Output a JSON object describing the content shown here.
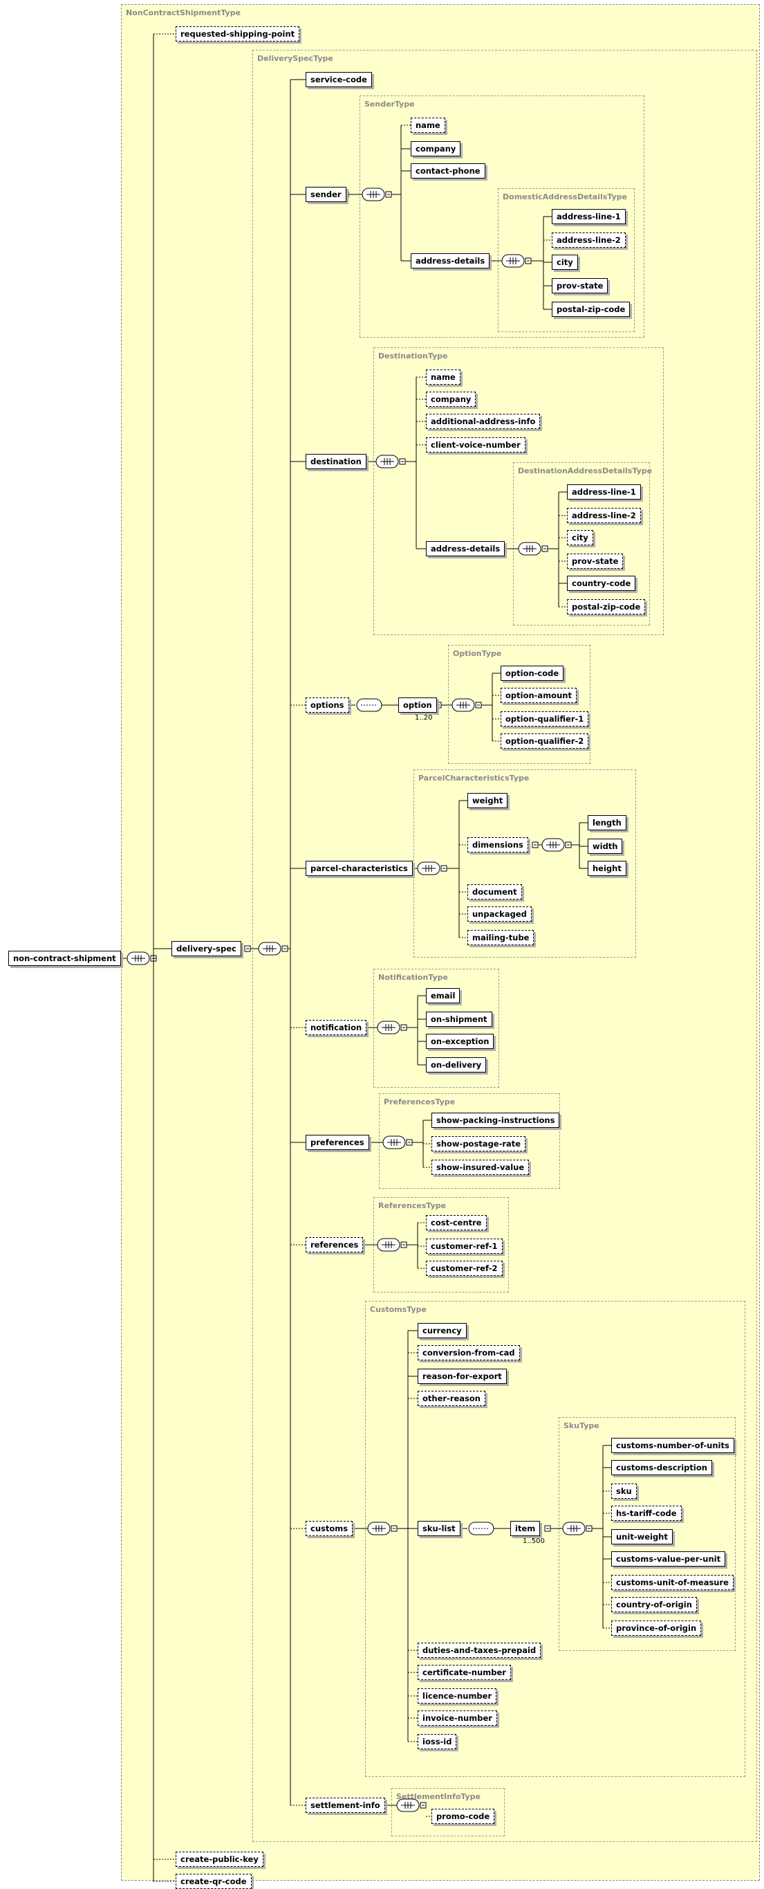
{
  "diagram": {
    "root": {
      "name": "non-contract-shipment"
    },
    "types": {
      "NonContractShipmentType": "NonContractShipmentType",
      "DeliverySpecType": "DeliverySpecType",
      "SenderType": "SenderType",
      "DomesticAddressDetailsType": "DomesticAddressDetailsType",
      "DestinationType": "DestinationType",
      "DestinationAddressDetailsType": "DestinationAddressDetailsType",
      "OptionType": "OptionType",
      "ParcelCharacteristicsType": "ParcelCharacteristicsType",
      "NotificationType": "NotificationType",
      "PreferencesType": "PreferencesType",
      "ReferencesType": "ReferencesType",
      "CustomsType": "CustomsType",
      "SkuType": "SkuType",
      "SettlementInfoType": "SettlementInfoType"
    },
    "elements": {
      "requested_shipping_point": "requested-shipping-point",
      "delivery_spec": "delivery-spec",
      "create_public_key": "create-public-key",
      "create_qr_code": "create-qr-code",
      "service_code": "service-code",
      "sender": "sender",
      "destination": "destination",
      "options": "options",
      "parcel_characteristics": "parcel-characteristics",
      "notification": "notification",
      "preferences": "preferences",
      "references": "references",
      "customs": "customs",
      "settlement_info": "settlement-info",
      "s_name": "name",
      "s_company": "company",
      "s_contact_phone": "contact-phone",
      "s_address_details": "address-details",
      "sa_line1": "address-line-1",
      "sa_line2": "address-line-2",
      "sa_city": "city",
      "sa_prov": "prov-state",
      "sa_postal": "postal-zip-code",
      "d_name": "name",
      "d_company": "company",
      "d_additional": "additional-address-info",
      "d_client_voice": "client-voice-number",
      "d_address_details": "address-details",
      "da_line1": "address-line-1",
      "da_line2": "address-line-2",
      "da_city": "city",
      "da_prov": "prov-state",
      "da_country": "country-code",
      "da_postal": "postal-zip-code",
      "option": "option",
      "option_code": "option-code",
      "option_amount": "option-amount",
      "option_qualifier_1": "option-qualifier-1",
      "option_qualifier_2": "option-qualifier-2",
      "weight": "weight",
      "dimensions": "dimensions",
      "length": "length",
      "width": "width",
      "height": "height",
      "document": "document",
      "unpackaged": "unpackaged",
      "mailing_tube": "mailing-tube",
      "email": "email",
      "on_shipment": "on-shipment",
      "on_exception": "on-exception",
      "on_delivery": "on-delivery",
      "show_packing": "show-packing-instructions",
      "show_postage": "show-postage-rate",
      "show_insured": "show-insured-value",
      "cost_centre": "cost-centre",
      "customer_ref_1": "customer-ref-1",
      "customer_ref_2": "customer-ref-2",
      "currency": "currency",
      "conversion_from_cad": "conversion-from-cad",
      "reason_for_export": "reason-for-export",
      "other_reason": "other-reason",
      "sku_list": "sku-list",
      "item": "item",
      "customs_number_of_units": "customs-number-of-units",
      "customs_description": "customs-description",
      "sku": "sku",
      "hs_tariff_code": "hs-tariff-code",
      "unit_weight": "unit-weight",
      "customs_value_per_unit": "customs-value-per-unit",
      "customs_unit_of_measure": "customs-unit-of-measure",
      "country_of_origin": "country-of-origin",
      "province_of_origin": "province-of-origin",
      "duties_and_taxes_prepaid": "duties-and-taxes-prepaid",
      "certificate_number": "certificate-number",
      "licence_number": "licence-number",
      "invoice_number": "invoice-number",
      "ioss_id": "ioss-id",
      "promo_code": "promo-code"
    },
    "occurrences": {
      "option": "1..20",
      "item": "1..500"
    }
  }
}
